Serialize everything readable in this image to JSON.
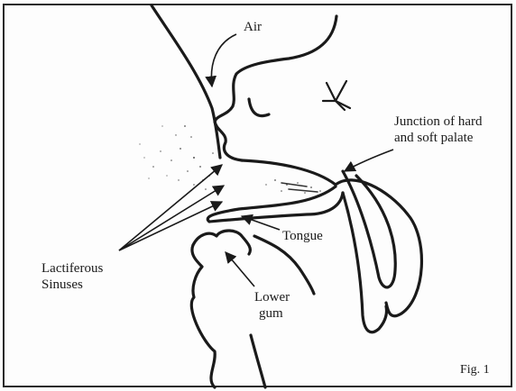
{
  "labels": {
    "air": "Air",
    "junction": [
      "Junction of hard",
      "and soft palate"
    ],
    "sinuses": [
      "Lactiferous",
      "Sinuses"
    ],
    "tongue": "Tongue",
    "lower_gum": [
      "Lower",
      "gum"
    ],
    "figure": "Fig. 1"
  },
  "colors": {
    "ink": "#1a1a1a",
    "paper": "#fdfdfd",
    "frame": "#2a2a2a"
  }
}
